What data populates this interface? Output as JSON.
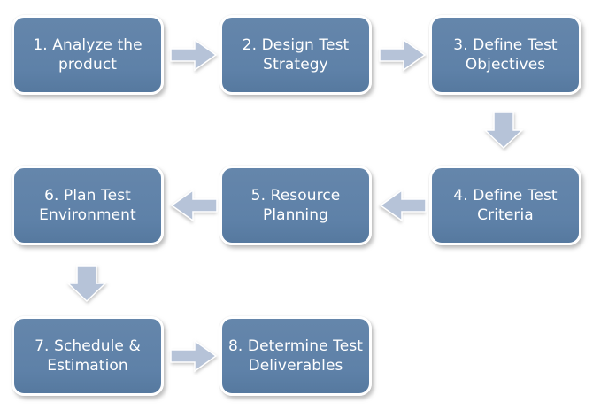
{
  "diagram": {
    "type": "flowchart",
    "steps": [
      {
        "id": 1,
        "label": "1. Analyze the product",
        "lines": [
          "1. Analyze the",
          "product"
        ]
      },
      {
        "id": 2,
        "label": "2. Design Test Strategy",
        "lines": [
          "2. Design Test",
          "Strategy"
        ]
      },
      {
        "id": 3,
        "label": "3. Define Test Objectives",
        "lines": [
          "3. Define Test",
          "Objectives"
        ]
      },
      {
        "id": 4,
        "label": "4. Define Test Criteria",
        "lines": [
          "4. Define Test",
          "Criteria"
        ]
      },
      {
        "id": 5,
        "label": "5. Resource Planning",
        "lines": [
          "5. Resource",
          "Planning"
        ]
      },
      {
        "id": 6,
        "label": "6. Plan Test Environment",
        "lines": [
          "6. Plan Test",
          "Environment"
        ]
      },
      {
        "id": 7,
        "label": "7. Schedule & Estimation",
        "lines": [
          "7. Schedule &",
          "Estimation"
        ]
      },
      {
        "id": 8,
        "label": "8. Determine Test Deliverables",
        "lines": [
          "8. Determine Test",
          "Deliverables"
        ]
      }
    ],
    "connections": [
      {
        "from": 1,
        "to": 2,
        "direction": "right"
      },
      {
        "from": 2,
        "to": 3,
        "direction": "right"
      },
      {
        "from": 3,
        "to": 4,
        "direction": "down"
      },
      {
        "from": 4,
        "to": 5,
        "direction": "left"
      },
      {
        "from": 5,
        "to": 6,
        "direction": "left"
      },
      {
        "from": 6,
        "to": 7,
        "direction": "down"
      },
      {
        "from": 7,
        "to": 8,
        "direction": "right"
      }
    ]
  },
  "colors": {
    "background": "#ffffff",
    "box_fill": "#5e81a8",
    "box_fill_light": "#6586ab",
    "box_border": "#ffffff",
    "box_text": "#ffffff",
    "arrow_fill": "#b6c3d8"
  }
}
